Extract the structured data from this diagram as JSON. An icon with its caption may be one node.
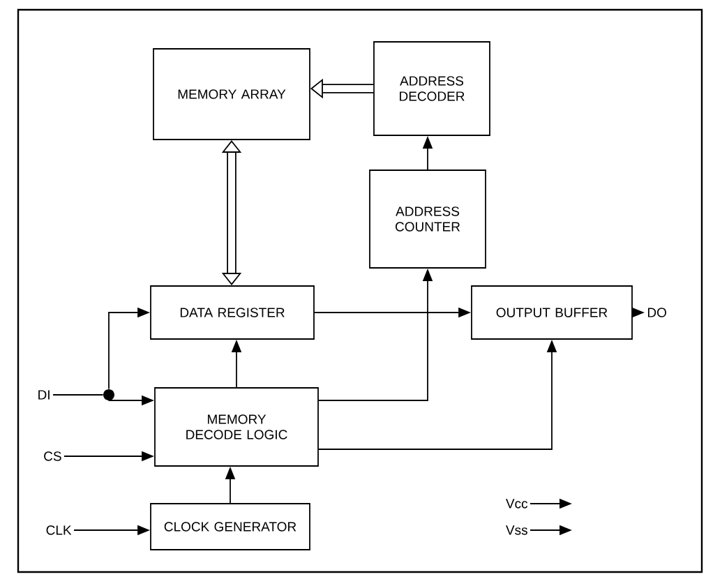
{
  "diagram": {
    "nodes": [
      {
        "text": [
          "MEMORY ARRAY"
        ]
      },
      {
        "text": [
          "ADDRESS DECODER"
        ]
      },
      {
        "text": [
          "ADDRESS COUNTER"
        ]
      },
      {
        "text": [
          "DATA REGISTER"
        ]
      },
      {
        "text": [
          "OUTPUT BUFFER"
        ]
      },
      {
        "text": [
          "MEMORY DECODE LOGIC"
        ]
      },
      {
        "text": [
          "CLOCK GENERATOR"
        ]
      },
      {
        "text": [
          "DI"
        ]
      },
      {
        "text": [],
        "shape": "circle"
      },
      {
        "text": [
          "CS"
        ]
      },
      {
        "text": [
          "CLK"
        ]
      },
      {
        "text": [
          "DO"
        ]
      },
      {
        "text": [
          "Vcc"
        ]
      },
      {
        "text": [
          "Vss"
        ]
      }
    ],
    "edges": [
      {
        "from": 1,
        "to": 0,
        "arrow": "to",
        "style": "thick"
      },
      {
        "from": 0,
        "to": 3,
        "arrow": "both",
        "style": "thick"
      },
      {
        "from": 2,
        "to": 1,
        "arrow": "to"
      },
      {
        "from": 5,
        "to": 2,
        "arrow": "to"
      },
      {
        "from": 3,
        "to": 4,
        "arrow": "to"
      },
      {
        "from": 5,
        "to": 4,
        "arrow": "to"
      },
      {
        "from": 5,
        "to": 3,
        "arrow": "to"
      },
      {
        "from": 6,
        "to": 5,
        "arrow": "to"
      },
      {
        "from": 7,
        "to": 8,
        "arrow": "none"
      },
      {
        "from": 8,
        "to": 3,
        "arrow": "to"
      },
      {
        "from": 8,
        "to": 5,
        "arrow": "to"
      },
      {
        "from": 9,
        "to": 5,
        "arrow": "to"
      },
      {
        "from": 10,
        "to": 6,
        "arrow": "to"
      },
      {
        "from": 4,
        "to": 11,
        "arrow": "to"
      },
      {
        "from": 12,
        "to": null,
        "arrow": "to"
      },
      {
        "from": 13,
        "to": null,
        "arrow": "to"
      }
    ]
  }
}
